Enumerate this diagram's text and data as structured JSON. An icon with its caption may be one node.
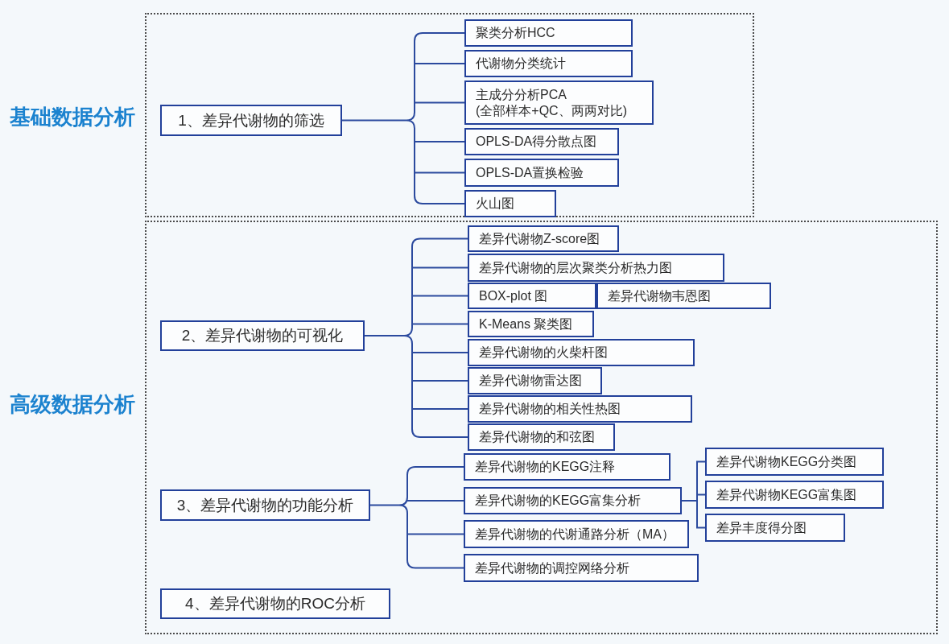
{
  "diagram": {
    "nodes": [
      {
        "text": [
          "基础数据分析"
        ]
      },
      {
        "text": [
          "1、差异代谢物的筛选"
        ],
        "in": 0
      },
      {
        "text": [
          "聚类分析HCC"
        ],
        "in": 0
      },
      {
        "text": [
          "代谢物分类统计"
        ],
        "in": 0
      },
      {
        "text": [
          "主成分分析PCA (全部样本+QC、两两对比)"
        ],
        "in": 0
      },
      {
        "text": [
          "OPLS-DA得分散点图"
        ],
        "in": 0
      },
      {
        "text": [
          "OPLS-DA置换检验"
        ],
        "in": 0
      },
      {
        "text": [
          "火山图"
        ],
        "in": 0
      },
      {
        "text": [
          "高级数据分析"
        ]
      },
      {
        "text": [
          "2、差异代谢物的可视化"
        ],
        "in": 8
      },
      {
        "text": [
          "差异代谢物Z-score图"
        ],
        "in": 8
      },
      {
        "text": [
          "差异代谢物的层次聚类分析热力图"
        ],
        "in": 8
      },
      {
        "text": [
          "BOX-plot 图"
        ],
        "in": 8
      },
      {
        "text": [
          "差异代谢物韦恩图"
        ],
        "in": 8
      },
      {
        "text": [
          "K-Means 聚类图"
        ],
        "in": 8
      },
      {
        "text": [
          "差异代谢物的火柴杆图"
        ],
        "in": 8
      },
      {
        "text": [
          "差异代谢物雷达图"
        ],
        "in": 8
      },
      {
        "text": [
          "差异代谢物的相关性热图"
        ],
        "in": 8
      },
      {
        "text": [
          "差异代谢物的和弦图"
        ],
        "in": 8
      },
      {
        "text": [
          "3、差异代谢物的功能分析"
        ],
        "in": 8
      },
      {
        "text": [
          "差异代谢物的KEGG注释"
        ],
        "in": 8
      },
      {
        "text": [
          "差异代谢物的KEGG富集分析"
        ],
        "in": 8
      },
      {
        "text": [
          "差异代谢物的代谢通路分析（MA）"
        ],
        "in": 8
      },
      {
        "text": [
          "差异代谢物的调控网络分析"
        ],
        "in": 8
      },
      {
        "text": [
          "差异代谢物KEGG分类图"
        ],
        "in": 8
      },
      {
        "text": [
          "差异代谢物KEGG富集图"
        ],
        "in": 8
      },
      {
        "text": [
          "差异丰度得分图"
        ],
        "in": 8
      },
      {
        "text": [
          "4、差异代谢物的ROC分析"
        ],
        "in": 8
      }
    ],
    "edges": [
      {
        "from": 1,
        "to": 2,
        "arrow": "none"
      },
      {
        "from": 1,
        "to": 3,
        "arrow": "none"
      },
      {
        "from": 1,
        "to": 4,
        "arrow": "none"
      },
      {
        "from": 1,
        "to": 5,
        "arrow": "none"
      },
      {
        "from": 1,
        "to": 6,
        "arrow": "none"
      },
      {
        "from": 1,
        "to": 7,
        "arrow": "none"
      },
      {
        "from": 9,
        "to": 10,
        "arrow": "none"
      },
      {
        "from": 9,
        "to": 11,
        "arrow": "none"
      },
      {
        "from": 9,
        "to": 12,
        "arrow": "none"
      },
      {
        "from": 9,
        "to": 14,
        "arrow": "none"
      },
      {
        "from": 9,
        "to": 15,
        "arrow": "none"
      },
      {
        "from": 9,
        "to": 16,
        "arrow": "none"
      },
      {
        "from": 9,
        "to": 17,
        "arrow": "none"
      },
      {
        "from": 9,
        "to": 18,
        "arrow": "none"
      },
      {
        "from": 19,
        "to": 20,
        "arrow": "none"
      },
      {
        "from": 19,
        "to": 21,
        "arrow": "none"
      },
      {
        "from": 19,
        "to": 22,
        "arrow": "none"
      },
      {
        "from": 19,
        "to": 23,
        "arrow": "none"
      },
      {
        "from": 21,
        "to": 24,
        "arrow": "none"
      },
      {
        "from": 21,
        "to": 25,
        "arrow": "none"
      },
      {
        "from": 21,
        "to": 26,
        "arrow": "none"
      }
    ]
  }
}
